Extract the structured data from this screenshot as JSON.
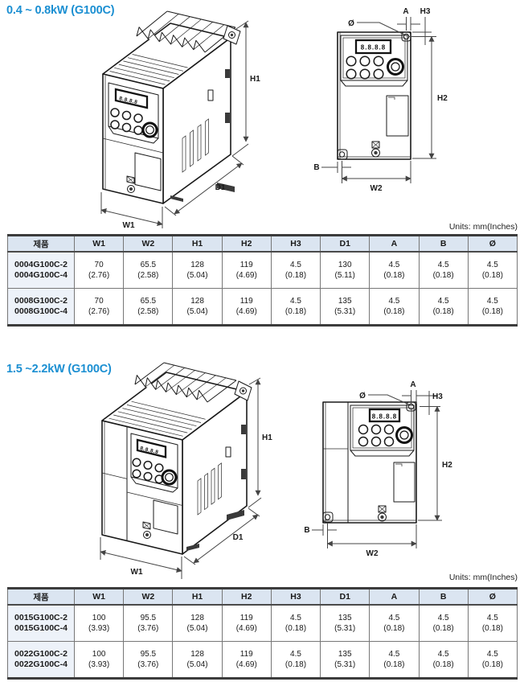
{
  "colors": {
    "accent_blue": "#1b8fd2",
    "table_header_bg": "#dbe5f1",
    "table_model_bg": "#edf2f9",
    "line_art": "#1a1a1a"
  },
  "sections": [
    {
      "title": "0.4 ~ 0.8kW (G100C)",
      "units_label": "Units: mm(Inches)",
      "drawing": {
        "display_digits": "8.8.8.8",
        "labels": {
          "h1": "H1",
          "w1": "W1",
          "d1": "D1",
          "dia": "Ø",
          "a": "A",
          "h3": "H3",
          "h2": "H2",
          "b": "B",
          "w2": "W2"
        }
      },
      "table": {
        "headers": [
          "제품",
          "W1",
          "W2",
          "H1",
          "H2",
          "H3",
          "D1",
          "A",
          "B",
          "Ø"
        ],
        "rows": [
          {
            "model": [
              "0004G100C-2",
              "0004G100C-4"
            ],
            "values": [
              [
                "70",
                "(2.76)"
              ],
              [
                "65.5",
                "(2.58)"
              ],
              [
                "128",
                "(5.04)"
              ],
              [
                "119",
                "(4.69)"
              ],
              [
                "4.5",
                "(0.18)"
              ],
              [
                "130",
                "(5.11)"
              ],
              [
                "4.5",
                "(0.18)"
              ],
              [
                "4.5",
                "(0.18)"
              ],
              [
                "4.5",
                "(0.18)"
              ]
            ]
          },
          {
            "model": [
              "0008G100C-2",
              "0008G100C-4"
            ],
            "values": [
              [
                "70",
                "(2.76)"
              ],
              [
                "65.5",
                "(2.58)"
              ],
              [
                "128",
                "(5.04)"
              ],
              [
                "119",
                "(4.69)"
              ],
              [
                "4.5",
                "(0.18)"
              ],
              [
                "135",
                "(5.31)"
              ],
              [
                "4.5",
                "(0.18)"
              ],
              [
                "4.5",
                "(0.18)"
              ],
              [
                "4.5",
                "(0.18)"
              ]
            ]
          }
        ]
      }
    },
    {
      "title": "1.5 ~2.2kW (G100C)",
      "units_label": "Units: mm(Inches)",
      "drawing": {
        "display_digits": "8.8.8.8",
        "labels": {
          "h1": "H1",
          "w1": "W1",
          "d1": "D1",
          "dia": "Ø",
          "a": "A",
          "h3": "H3",
          "h2": "H2",
          "b": "B",
          "w2": "W2"
        }
      },
      "table": {
        "headers": [
          "제품",
          "W1",
          "W2",
          "H1",
          "H2",
          "H3",
          "D1",
          "A",
          "B",
          "Ø"
        ],
        "rows": [
          {
            "model": [
              "0015G100C-2",
              "0015G100C-4"
            ],
            "values": [
              [
                "100",
                "(3.93)"
              ],
              [
                "95.5",
                "(3.76)"
              ],
              [
                "128",
                "(5.04)"
              ],
              [
                "119",
                "(4.69)"
              ],
              [
                "4.5",
                "(0.18)"
              ],
              [
                "135",
                "(5.31)"
              ],
              [
                "4.5",
                "(0.18)"
              ],
              [
                "4.5",
                "(0.18)"
              ],
              [
                "4.5",
                "(0.18)"
              ]
            ]
          },
          {
            "model": [
              "0022G100C-2",
              "0022G100C-4"
            ],
            "values": [
              [
                "100",
                "(3.93)"
              ],
              [
                "95.5",
                "(3.76)"
              ],
              [
                "128",
                "(5.04)"
              ],
              [
                "119",
                "(4.69)"
              ],
              [
                "4.5",
                "(0.18)"
              ],
              [
                "135",
                "(5.31)"
              ],
              [
                "4.5",
                "(0.18)"
              ],
              [
                "4.5",
                "(0.18)"
              ],
              [
                "4.5",
                "(0.18)"
              ]
            ]
          }
        ]
      }
    }
  ]
}
